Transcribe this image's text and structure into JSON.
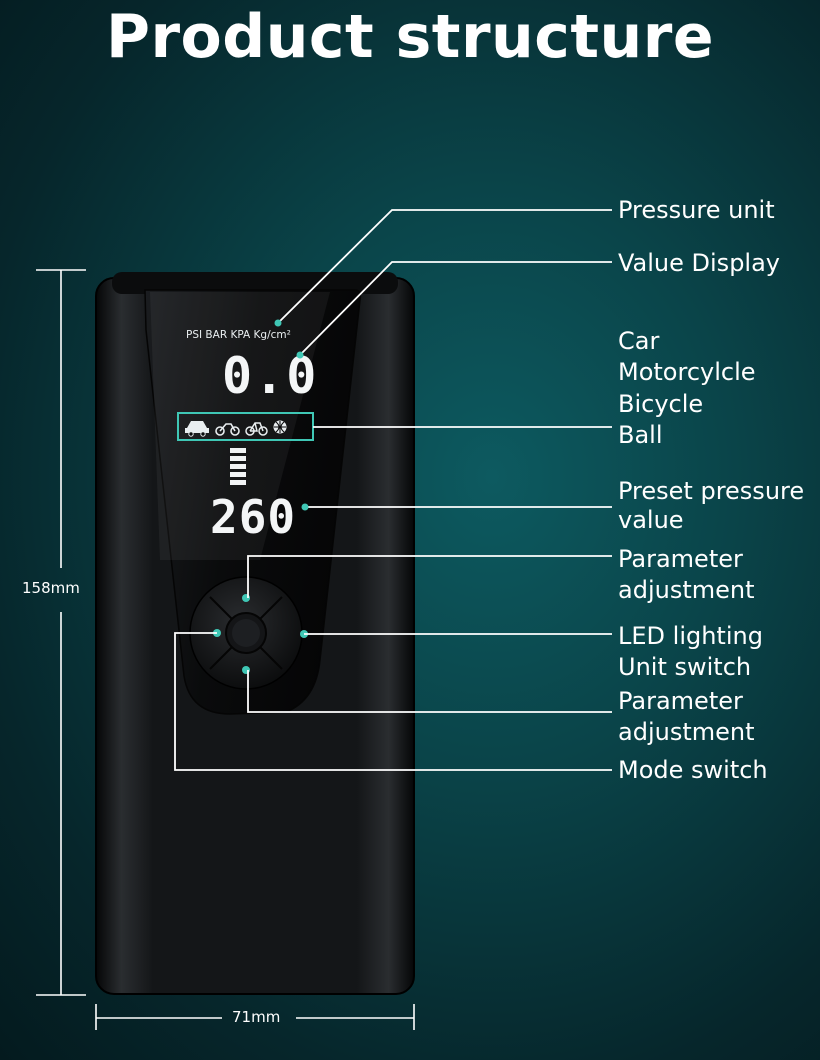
{
  "title": "Product structure",
  "display": {
    "units": "PSI BAR  KPA  Kg/cm²",
    "value": "0.0",
    "preset": "260"
  },
  "callouts": {
    "pressure_unit": "Pressure unit",
    "value_display": "Value Display",
    "car": "Car",
    "motorcycle": "Motorcylcle",
    "bicycle": "Bicycle",
    "ball": "Ball",
    "preset_line1": "Preset pressure",
    "preset_line2": "value",
    "param_adj_top_1": "Parameter",
    "param_adj_top_2": "adjustment",
    "led_lighting": "LED lighting",
    "unit_switch": "Unit switch",
    "param_adj_bottom_1": "Parameter",
    "param_adj_bottom_2": "adjustment",
    "mode_switch": "Mode switch"
  },
  "dimensions": {
    "height": "158mm",
    "width": "71mm"
  },
  "icons": [
    "car-icon",
    "motorcycle-icon",
    "bicycle-icon",
    "ball-icon"
  ],
  "colors": {
    "accent": "#3fc7b5",
    "line": "#ffffff",
    "device": "#121416"
  }
}
